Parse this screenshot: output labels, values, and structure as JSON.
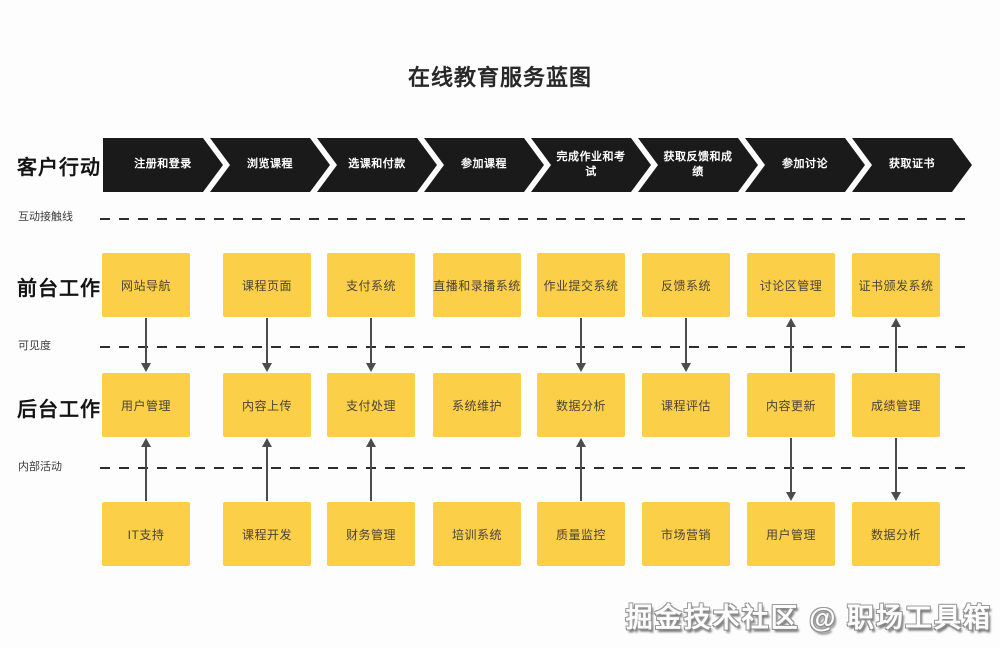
{
  "title": "在线教育服务蓝图",
  "watermark": "掘金技术社区 @ 职场工具箱",
  "colors": {
    "box_yellow": "#fbcf47",
    "chevron_black": "#1a1a1a",
    "arrow_gray": "#4c4c4c",
    "dash_line": "#2d2d2d"
  },
  "lanes": {
    "customer": {
      "label": "客户行动",
      "steps": [
        "注册和登录",
        "浏览课程",
        "选课和付款",
        "参加课程",
        "完成作业和考试",
        "获取反馈和成绩",
        "参加讨论",
        "获取证书"
      ]
    },
    "frontstage": {
      "label": "前台工作",
      "boxes": [
        "网站导航",
        "课程页面",
        "支付系统",
        "直播和录播系统",
        "作业提交系统",
        "反馈系统",
        "讨论区管理",
        "证书颁发系统"
      ]
    },
    "backstage": {
      "label": "后台工作",
      "boxes": [
        "用户管理",
        "内容上传",
        "支付处理",
        "系统维护",
        "数据分析",
        "课程评估",
        "内容更新",
        "成绩管理"
      ]
    },
    "support": {
      "boxes": [
        "IT支持",
        "课程开发",
        "财务管理",
        "培训系统",
        "质量监控",
        "市场营销",
        "用户管理",
        "数据分析"
      ]
    }
  },
  "separators": [
    {
      "label": "互动接触线"
    },
    {
      "label": "可见度"
    },
    {
      "label": "内部活动"
    }
  ],
  "connectors": {
    "front_back": [
      {
        "col": 0,
        "dir": "down"
      },
      {
        "col": 1,
        "dir": "down"
      },
      {
        "col": 2,
        "dir": "down"
      },
      {
        "col": 4,
        "dir": "down"
      },
      {
        "col": 5,
        "dir": "down"
      },
      {
        "col": 6,
        "dir": "up"
      },
      {
        "col": 7,
        "dir": "up"
      }
    ],
    "back_support": [
      {
        "col": 0,
        "dir": "up"
      },
      {
        "col": 1,
        "dir": "up"
      },
      {
        "col": 2,
        "dir": "up"
      },
      {
        "col": 4,
        "dir": "up"
      },
      {
        "col": 6,
        "dir": "down"
      },
      {
        "col": 7,
        "dir": "down"
      }
    ]
  }
}
